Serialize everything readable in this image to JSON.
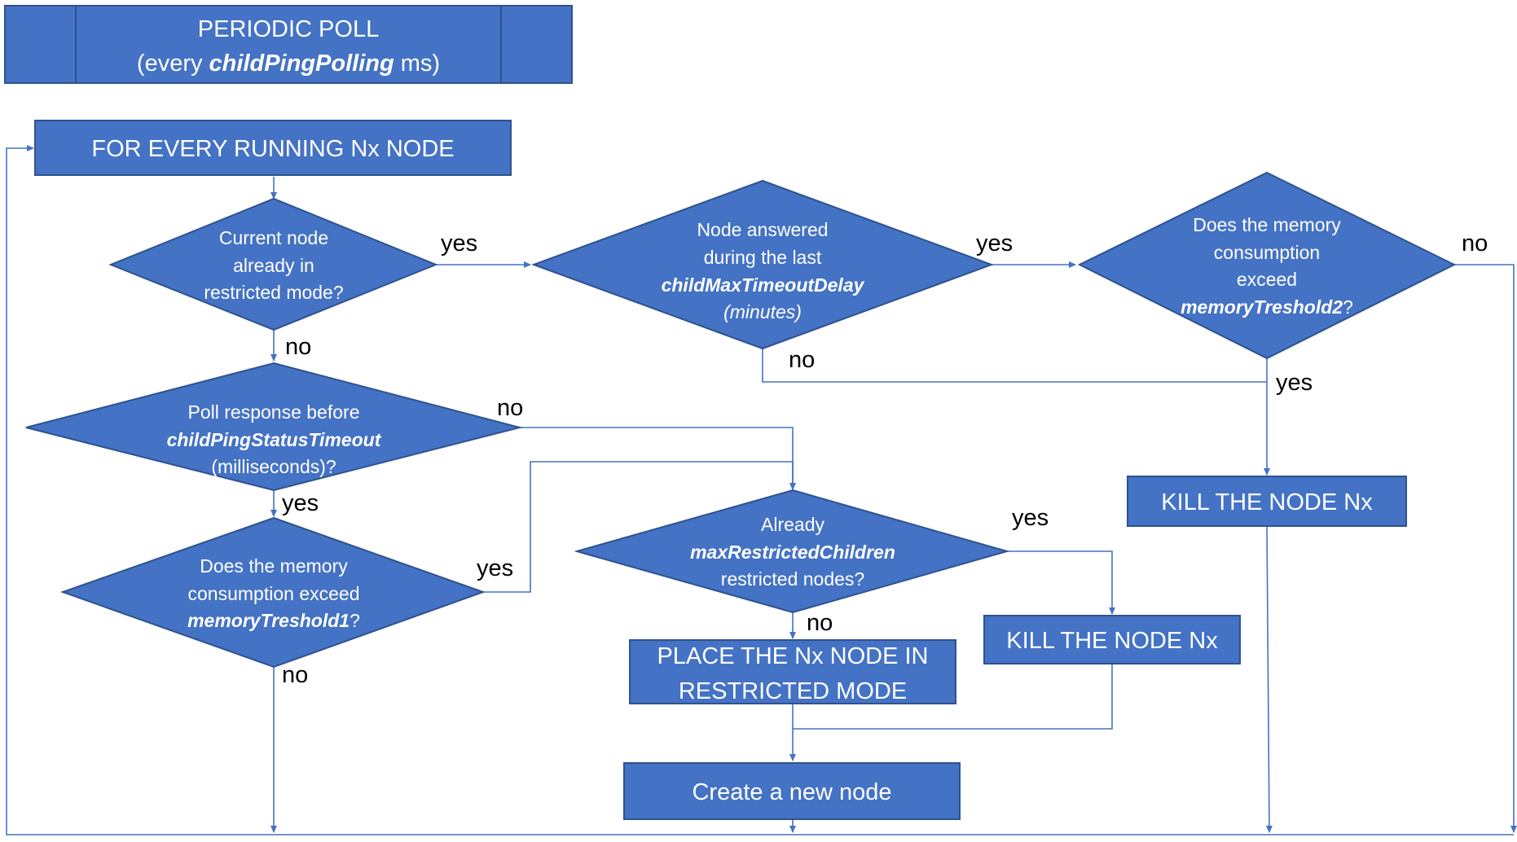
{
  "colors": {
    "shape_fill": "#4472C4",
    "shape_stroke": "#2F528F",
    "connector": "#4472C4",
    "text_on_shape": "#ffffff",
    "label_text": "#000000"
  },
  "header": {
    "title_line1": "PERIODIC POLL",
    "title_line2_prefix": "(every ",
    "title_line2_param": "childPingPolling",
    "title_line2_suffix": " ms)"
  },
  "loop_box": {
    "label": "FOR EVERY RUNNING Nx NODE"
  },
  "decisions": {
    "restricted": {
      "lines": [
        "Current node",
        "already in",
        "restricted mode?"
      ]
    },
    "answered": {
      "line1": "Node answered",
      "line2": "during the last",
      "param": "childMaxTimeoutDelay",
      "unit": "(minutes)"
    },
    "memory2": {
      "line1": "Does the memory",
      "line2": "consumption",
      "line3": "exceed",
      "param": "memoryTreshold2",
      "suffix": "?"
    },
    "poll": {
      "line1": "Poll response before",
      "param": "childPingStatusTimeout",
      "unit": "(milliseconds)?"
    },
    "memory1": {
      "line1": "Does the memory",
      "line2": "consumption exceed",
      "param": "memoryTreshold1",
      "suffix": "?"
    },
    "already": {
      "line1": "Already",
      "param": "maxRestrictedChildren",
      "line3": "restricted nodes?"
    }
  },
  "actions": {
    "kill_top": "KILL THE NODE Nx",
    "kill_mid": "KILL THE NODE Nx",
    "place_line1": "PLACE THE Nx NODE IN",
    "place_line2": "RESTRICTED MODE",
    "create": "Create a new node"
  },
  "edge_labels": {
    "restricted_yes": "yes",
    "restricted_no": "no",
    "answered_yes": "yes",
    "answered_no": "no",
    "memory2_no": "no",
    "memory2_yes": "yes",
    "poll_no": "no",
    "poll_yes": "yes",
    "memory1_yes": "yes",
    "memory1_no": "no",
    "already_yes": "yes",
    "already_no": "no"
  }
}
